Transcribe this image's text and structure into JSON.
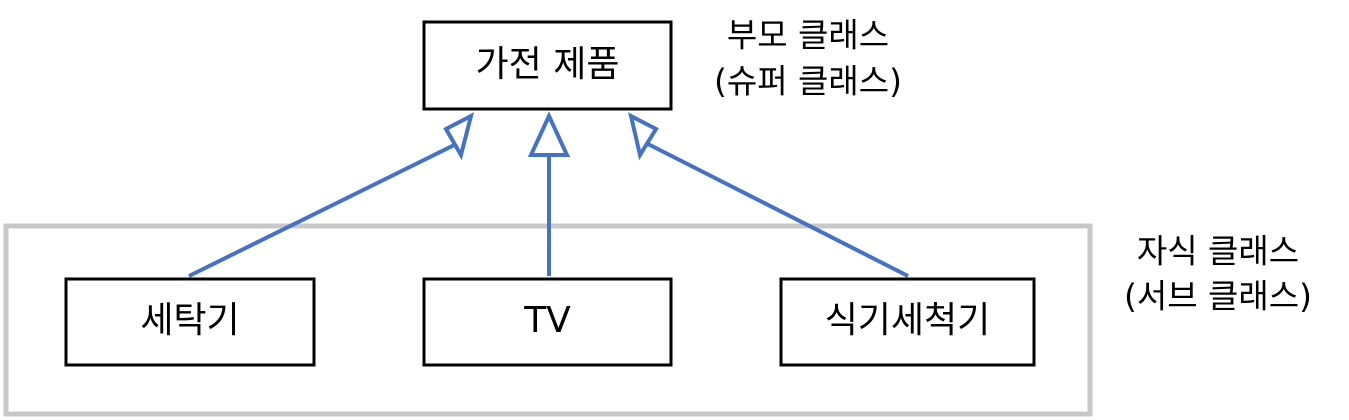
{
  "parent_class": {
    "label": "가전 제품",
    "note_line1": "부모 클래스",
    "note_line2": "(슈퍼 클래스)"
  },
  "child_classes": [
    {
      "label": "세탁기"
    },
    {
      "label": "TV"
    },
    {
      "label": "식기세척기"
    }
  ],
  "child_group_note": {
    "line1": "자식 클래스",
    "line2": "(서브 클래스)"
  },
  "colors": {
    "arrow": "#4472C4",
    "box_border": "#000000",
    "group_border": "#C8C8C8",
    "arrowhead_fill": "#FFFFFF"
  }
}
